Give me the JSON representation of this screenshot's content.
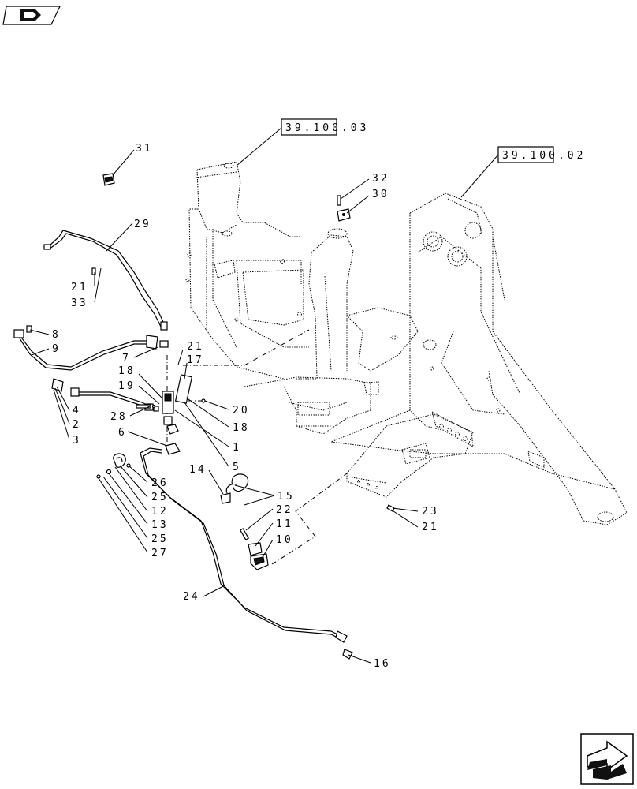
{
  "references": {
    "ref1": "39.100.03",
    "ref2": "39.100.02"
  },
  "callouts": {
    "c31": "31",
    "c32": "32",
    "c30": "30",
    "c29": "29",
    "c21a": "21",
    "c33": "33",
    "c8": "8",
    "c9": "9",
    "c7": "7",
    "c21b": "21",
    "c17": "17",
    "c18a": "18",
    "c19": "19",
    "c4": "4",
    "c2": "2",
    "c3": "3",
    "c28": "28",
    "c20": "20",
    "c18b": "18",
    "c6": "6",
    "c1": "1",
    "c5": "5",
    "c14": "14",
    "c15": "15",
    "c26": "26",
    "c25a": "25",
    "c12": "12",
    "c13": "13",
    "c25b": "25",
    "c27": "27",
    "c22": "22",
    "c11": "11",
    "c10": "10",
    "c23": "23",
    "c21c": "21",
    "c24": "24",
    "c16": "16"
  },
  "icons": {
    "top_left": "book-icon",
    "bottom_right": "next-page-arrow-icon"
  }
}
